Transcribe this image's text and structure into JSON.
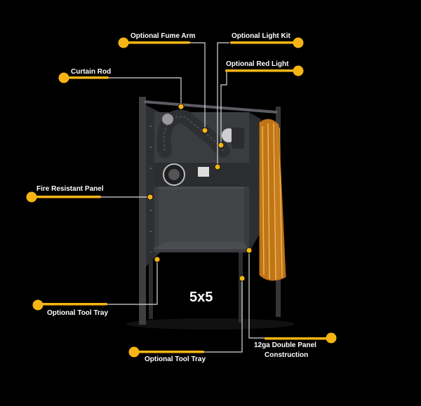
{
  "size_label": "5x5",
  "callouts": [
    {
      "id": "optional-fume-arm",
      "text": "Optional Fume Arm"
    },
    {
      "id": "optional-light-kit",
      "text": "Optional Light Kit"
    },
    {
      "id": "curtain-rod",
      "text": "Curtain Rod"
    },
    {
      "id": "optional-red-light",
      "text": "Optional Red Light"
    },
    {
      "id": "fire-resistant-panel",
      "text": "Fire Resistant Panel"
    },
    {
      "id": "optional-tool-tray-left",
      "text": "Optional Tool Tray"
    },
    {
      "id": "optional-tool-tray-bottom",
      "text": "Optional Tool Tray"
    },
    {
      "id": "double-panel-line1",
      "text": "12ga Double Panel"
    },
    {
      "id": "double-panel-line2",
      "text": "Construction"
    }
  ],
  "colors": {
    "background": "#000000",
    "accent": "#f6b515",
    "text": "#ffffff",
    "leader": "#d9d9d9",
    "frame": "#3d3f42",
    "curtain": "#e08a1a"
  }
}
